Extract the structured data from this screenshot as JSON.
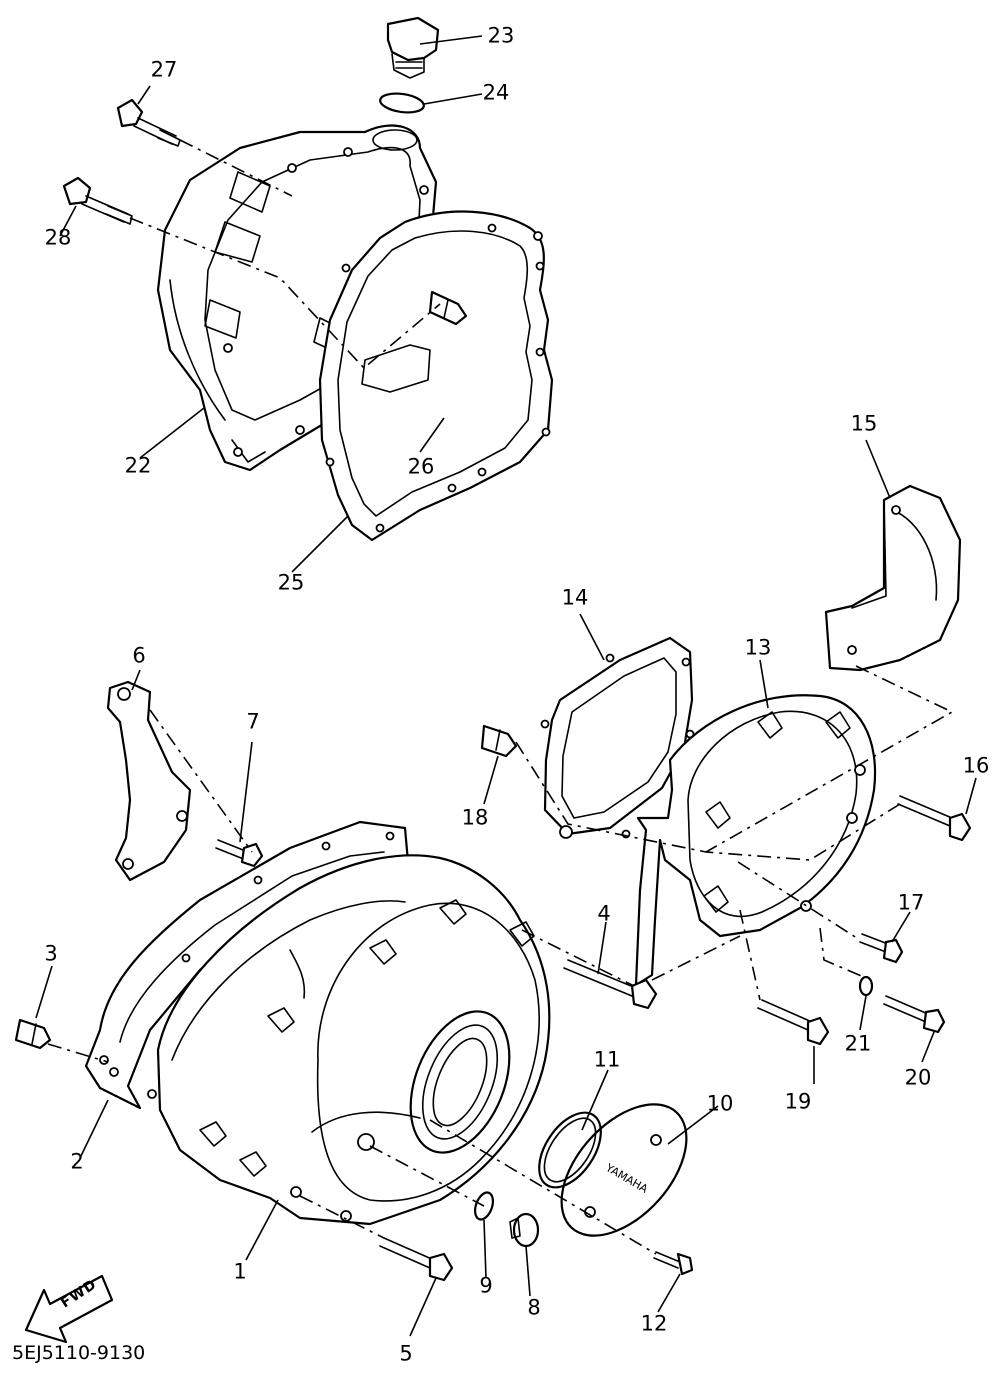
{
  "diagram_code": "5EJ5110-9130",
  "fwd_label": "FWD",
  "brand_mark": "YAMAHA",
  "callouts": {
    "c1": "1",
    "c2": "2",
    "c3": "3",
    "c4": "4",
    "c5": "5",
    "c6": "6",
    "c7": "7",
    "c8": "8",
    "c9": "9",
    "c10": "10",
    "c11": "11",
    "c12": "12",
    "c13": "13",
    "c14": "14",
    "c15": "15",
    "c16": "16",
    "c17": "17",
    "c18": "18",
    "c19": "19",
    "c20": "20",
    "c21": "21",
    "c22": "22",
    "c23": "23",
    "c24": "24",
    "c25": "25",
    "c26": "26",
    "c27": "27",
    "c28": "28"
  }
}
